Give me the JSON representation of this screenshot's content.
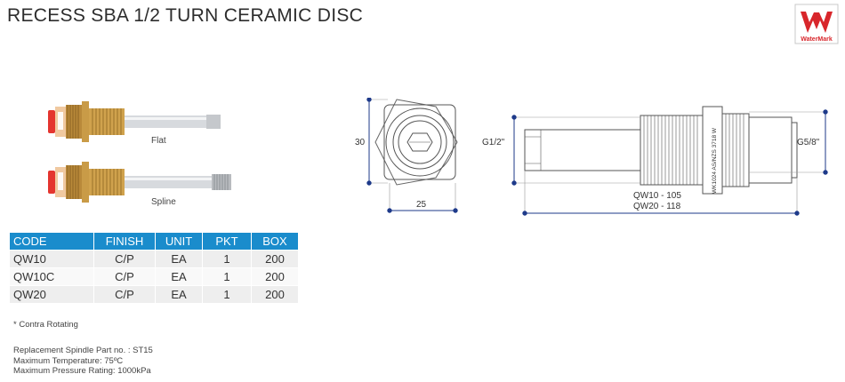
{
  "title": "RECESS SBA 1/2 TURN CERAMIC DISC",
  "logo": {
    "text": "WaterMark",
    "color": "#d8262b"
  },
  "photos": {
    "flat_label": "Flat",
    "spline_label": "Spline"
  },
  "table": {
    "headers": [
      "CODE",
      "FINISH",
      "UNIT",
      "PKT",
      "BOX"
    ],
    "rows": [
      [
        "QW10",
        "C/P",
        "EA",
        "1",
        "200"
      ],
      [
        "QW10C",
        "C/P",
        "EA",
        "1",
        "200"
      ],
      [
        "QW20",
        "C/P",
        "EA",
        "1",
        "200"
      ]
    ],
    "header_color": "#1a8ccc"
  },
  "note": "* Contra Rotating",
  "specs": [
    "Replacement Spindle Part no. : ST15",
    "Maximum Temperature: 75ºC",
    "Maximum Pressure Rating: 1000kPa"
  ],
  "drawing": {
    "height_label": "30",
    "width_label": "25",
    "inlet_label": "G1/2\"",
    "outlet_label": "G5/8\"",
    "length_label_1": "QW10 - 105",
    "length_label_2": "QW20 - 118",
    "stamp": "WK1024 AS/NZS 3718 W"
  }
}
